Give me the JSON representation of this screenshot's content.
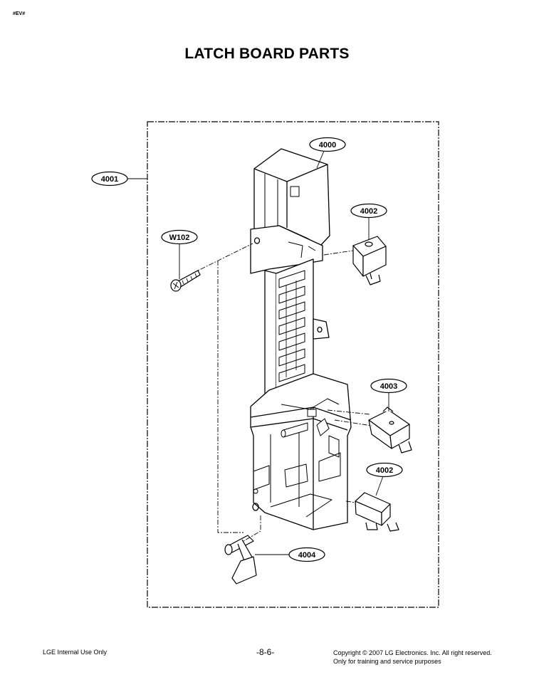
{
  "header": {
    "corner_tag": "#EV#",
    "title": "LATCH BOARD PARTS"
  },
  "callouts": {
    "c4000": "4000",
    "c4001": "4001",
    "c4002a": "4002",
    "w102": "W102",
    "c4003": "4003",
    "c4002b": "4002",
    "c4004": "4004"
  },
  "footer": {
    "left": "LGE Internal Use Only",
    "page": "-8-6-",
    "copyright_line1": "Copyright © 2007 LG Electronics. Inc. All right reserved.",
    "copyright_line2": "Only for training and service purposes"
  }
}
